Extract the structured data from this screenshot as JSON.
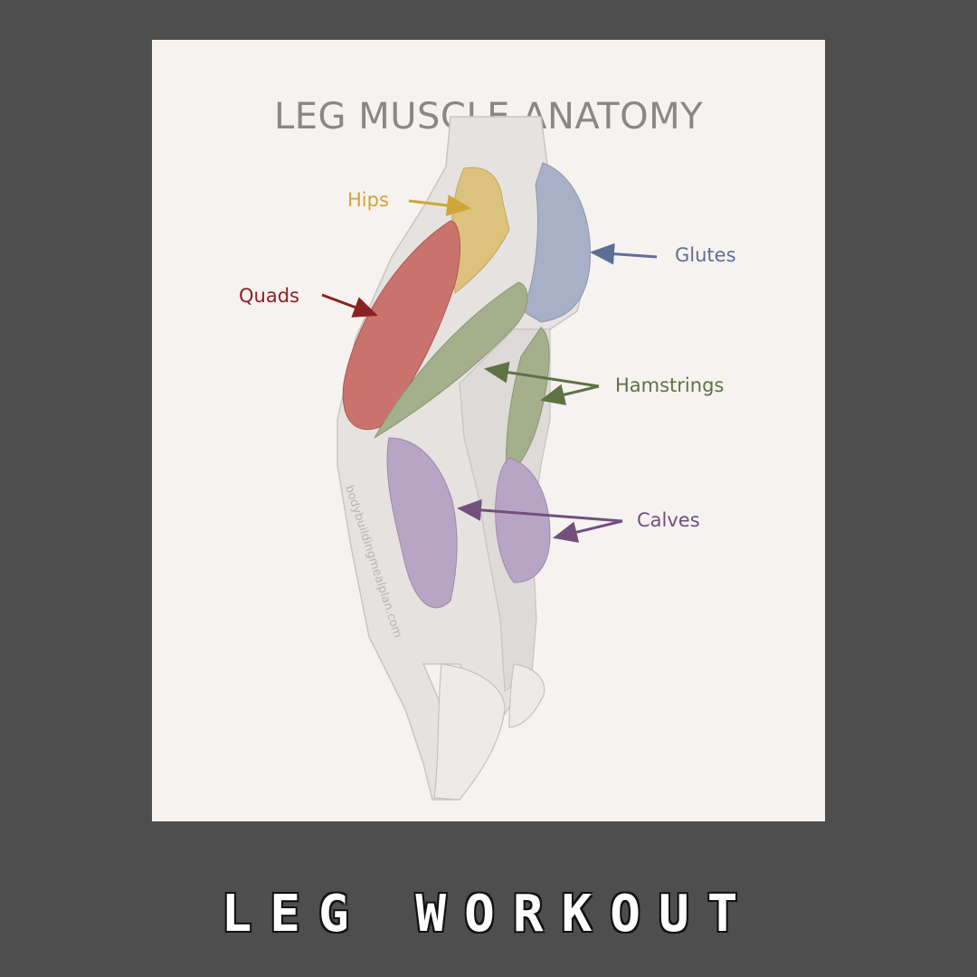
{
  "card": {
    "title": "LEG MUSCLE ANATOMY",
    "watermark": "bodybuildingmealplan.com"
  },
  "labels": {
    "hips": {
      "text": "Hips",
      "color": "#cfa53a"
    },
    "glutes": {
      "text": "Glutes",
      "color": "#5d6f94"
    },
    "quads": {
      "text": "Quads",
      "color": "#8a2222"
    },
    "hamstrings": {
      "text": "Hamstrings",
      "color": "#5f7244"
    },
    "calves": {
      "text": "Calves",
      "color": "#72507c"
    }
  },
  "muscle_colors": {
    "hips": "#dcc27c",
    "glutes": "#a7b0c7",
    "quads": "#c9736c",
    "hamstrings": "#a4af8c",
    "calves": "#b8a5c6",
    "skin": "#e5e2e0",
    "tendon": "#f1efee"
  },
  "footer": {
    "title": "LEG WORKOUT"
  }
}
